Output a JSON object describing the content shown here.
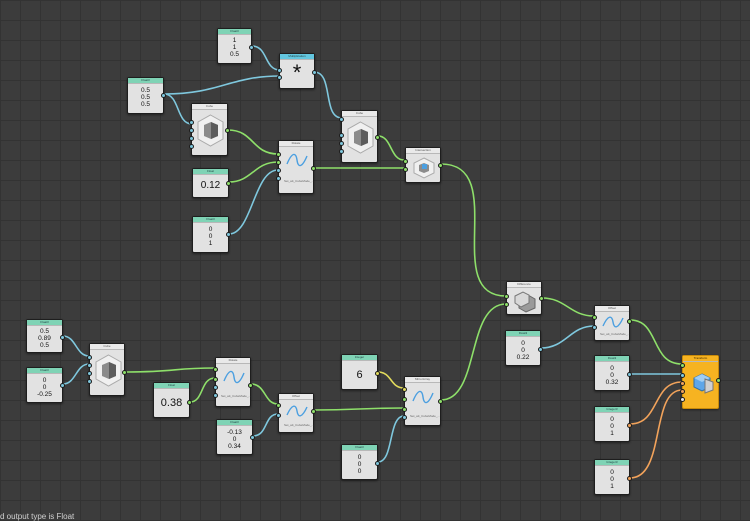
{
  "canvas": {
    "status_text": "d output type is Float"
  },
  "nodes": {
    "float3_a": {
      "title": "Float3",
      "values": [
        "1",
        "1",
        "0.5"
      ]
    },
    "float3_b": {
      "title": "Float3",
      "values": [
        "0.5",
        "0.5",
        "0.5"
      ]
    },
    "multiply": {
      "title": "Multiplication",
      "symbol": "*"
    },
    "cube_a": {
      "title": "Cube"
    },
    "cube_b": {
      "title": "Cube"
    },
    "float_a": {
      "title": "Float",
      "value": "0.12"
    },
    "float3_c": {
      "title": "Float3",
      "values": [
        "0",
        "0",
        "1"
      ]
    },
    "rotate_a": {
      "title": "Rotate",
      "sub": "Set_att_CubeMode_..."
    },
    "intersection": {
      "title": "Intersection"
    },
    "float3_d": {
      "title": "Float3",
      "values": [
        "0.5",
        "0.89",
        "0.5"
      ]
    },
    "float3_e": {
      "title": "Float3",
      "values": [
        "0",
        "0",
        "-0.25"
      ]
    },
    "cube_c": {
      "title": "Cube"
    },
    "float_b": {
      "title": "Float",
      "value": "0.38"
    },
    "rotate_b": {
      "title": "Rotate",
      "sub": "Set_att_CubeMode_..."
    },
    "float3_f": {
      "title": "Float3",
      "values": [
        "-0.13",
        "0",
        "0.34"
      ]
    },
    "offset_a": {
      "title": "Offset",
      "sub": "Set_att_CubeMode_..."
    },
    "integer": {
      "title": "Integer",
      "value": "6"
    },
    "float3_g": {
      "title": "Float3",
      "values": [
        "0",
        "0",
        "0"
      ]
    },
    "mirror_array": {
      "title": "MirrorArray",
      "sub": "Set_att_CubeMode_..."
    },
    "difference": {
      "title": "Difference"
    },
    "float3_h": {
      "title": "Float3",
      "values": [
        "0",
        "0",
        "0.22"
      ]
    },
    "offset_b": {
      "title": "Offset",
      "sub": "Set_att_CubeMode_..."
    },
    "float3_i": {
      "title": "Float3",
      "values": [
        "0",
        "0",
        "0.32"
      ]
    },
    "integer3_a": {
      "title": "Integer3",
      "values": [
        "0",
        "0",
        "1"
      ]
    },
    "integer3_b": {
      "title": "Integer3",
      "values": [
        "0",
        "0",
        "1"
      ]
    },
    "transform": {
      "title": "Transform"
    }
  },
  "colors": {
    "wire_blue": "#7fc8de",
    "wire_green": "#8ee06a",
    "wire_orange": "#f2a35b",
    "header_float": "#7fd3b5",
    "selected_node": "#f6b321"
  }
}
